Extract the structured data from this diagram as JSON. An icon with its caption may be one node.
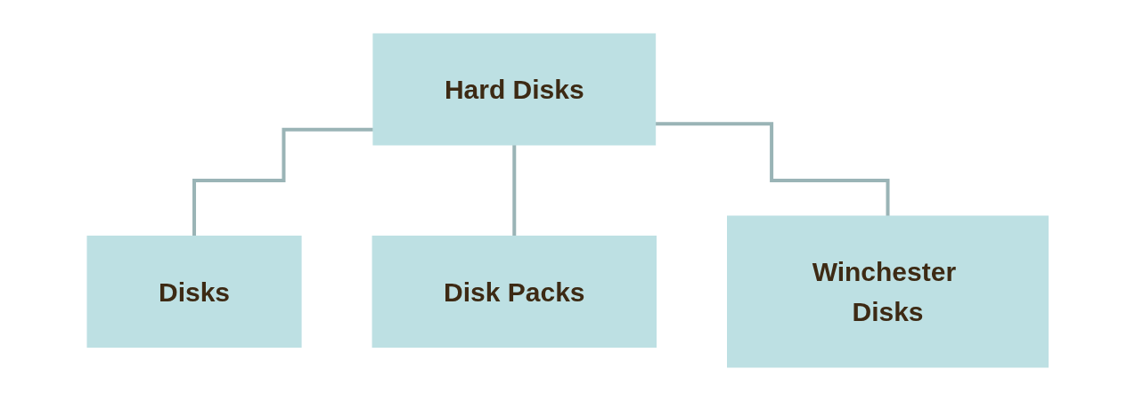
{
  "diagram": {
    "nodes": [
      {
        "text": [
          "Hard Disks"
        ]
      },
      {
        "text": [
          "Disks"
        ]
      },
      {
        "text": [
          "Disk Packs"
        ]
      },
      {
        "text": [
          "Winchester Disks"
        ]
      }
    ],
    "edges": [
      {
        "from": 0,
        "to": 1,
        "arrow": "none"
      },
      {
        "from": 0,
        "to": 2,
        "arrow": "none"
      },
      {
        "from": 0,
        "to": 3,
        "arrow": "none"
      }
    ]
  }
}
